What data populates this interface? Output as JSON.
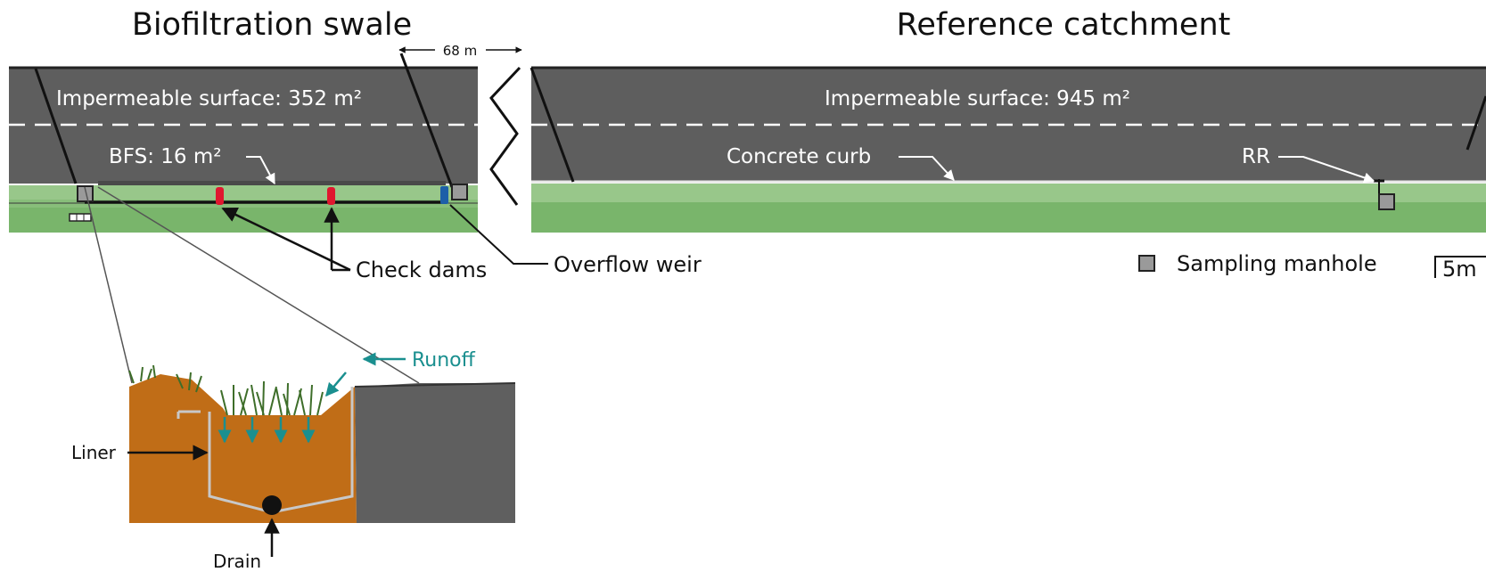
{
  "titles": {
    "left": "Biofiltration swale",
    "right": "Reference catchment"
  },
  "dimension": {
    "label": "68 m"
  },
  "left_panel": {
    "surface_label": "Impermeable surface: 352 m²",
    "bfs_label": "BFS: 16 m²",
    "check_dams_label": "Check dams",
    "overflow_label": "Overflow weir"
  },
  "right_panel": {
    "surface_label": "Impermeable surface: 945 m²",
    "curb_label": "Concrete curb",
    "rr_label": "RR"
  },
  "legend": {
    "manhole_label": "Sampling manhole",
    "scale_label": "5m"
  },
  "cross_section": {
    "runoff_label": "Runoff",
    "liner_label": "Liner",
    "drain_label": "Drain"
  },
  "colors": {
    "asphalt": "#5e5e5e",
    "grass_light": "#98c78a",
    "grass_dark": "#79b56b",
    "soil": "#c06d17",
    "pavement_block": "#5f5f5f",
    "check_dam": "#e0172f",
    "overflow_weir": "#1d5fa8",
    "runoff_arrow": "#1a8f8f",
    "manhole": "#9a9a9a"
  }
}
